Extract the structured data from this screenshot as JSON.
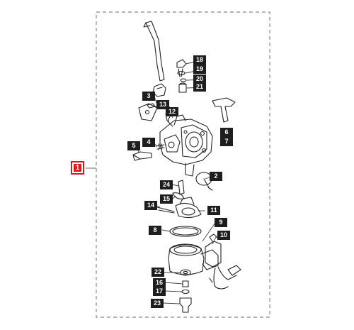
{
  "assembly_label": "1",
  "accent_color": "#d21e1e",
  "callouts": [
    "2",
    "3",
    "4",
    "5",
    "6",
    "7",
    "8",
    "9",
    "10",
    "11",
    "12",
    "13",
    "14",
    "15",
    "16",
    "17",
    "18",
    "19",
    "20",
    "21",
    "22",
    "23",
    "24"
  ]
}
